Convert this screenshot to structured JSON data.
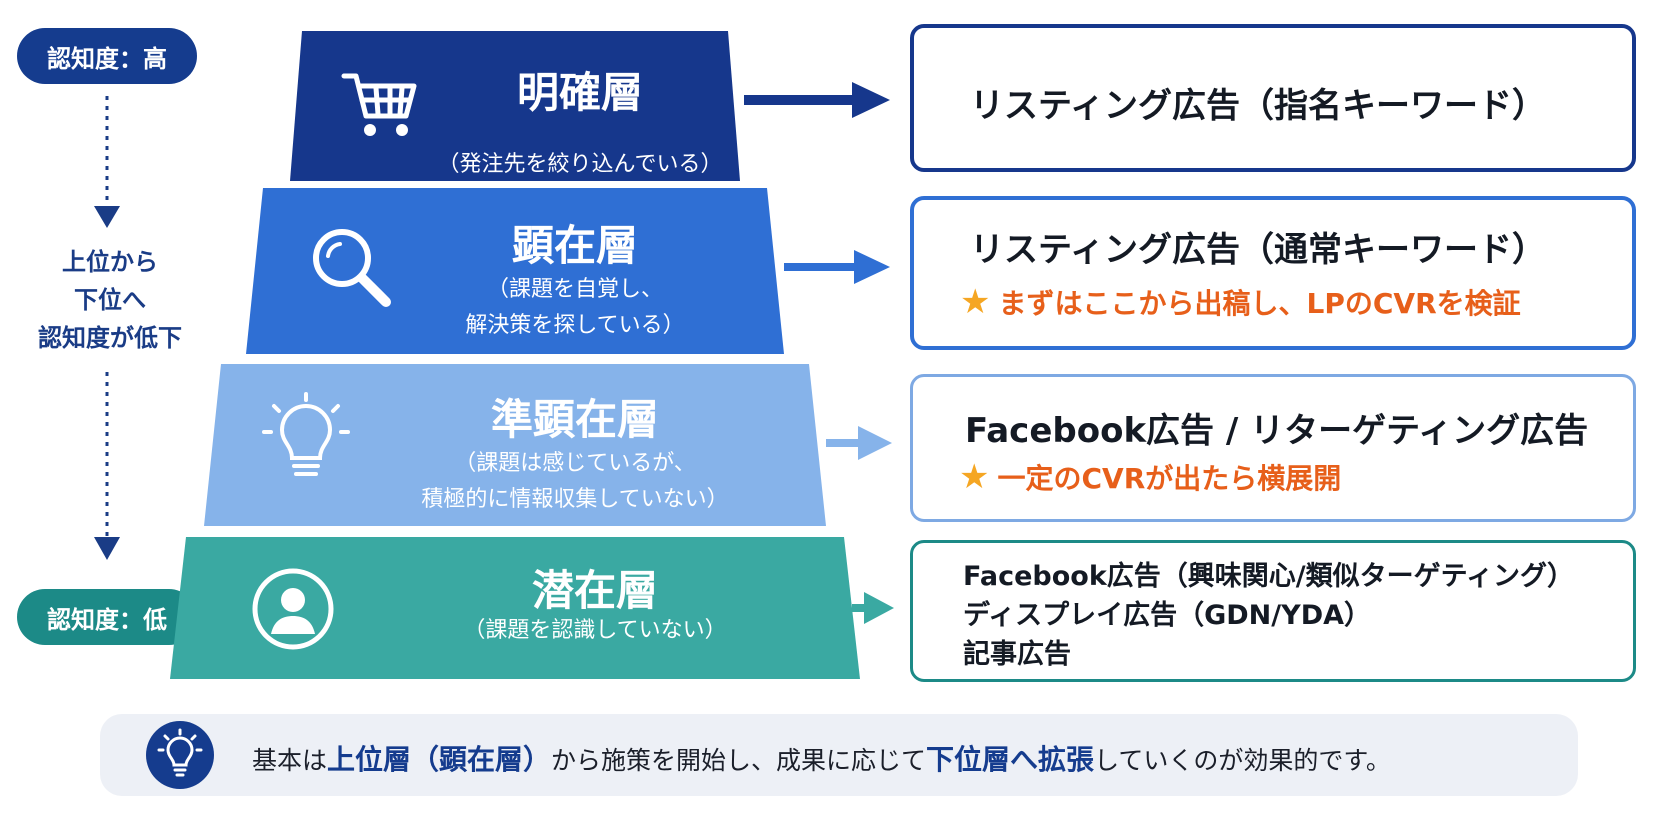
{
  "left_axis": {
    "top_badge": "認知度：高",
    "note": "上位から\n下位へ\n認知度が低下",
    "bottom_badge": "認知度：低"
  },
  "tiers": [
    {
      "name": "明確層",
      "desc": "（発注先を絞り込んでいる）",
      "icon": "cart-icon",
      "color": "#16378c"
    },
    {
      "name": "顕在層",
      "desc": "（課題を自覚し、\n解決策を探している）",
      "icon": "search-icon",
      "color": "#2f6fd4"
    },
    {
      "name": "準顕在層",
      "desc": "（課題は感じているが、\n積極的に情報収集していない）",
      "icon": "lightbulb-icon",
      "color": "#86b3ea"
    },
    {
      "name": "潜在層",
      "desc": "（課題を認識していない）",
      "icon": "user-icon",
      "color": "#3aa9a2"
    }
  ],
  "channels": [
    {
      "main": "リスティング広告（指名キーワード）"
    },
    {
      "main": "リスティング広告（通常キーワード）",
      "note": "まずはここから出稿し、LPのCVRを検証"
    },
    {
      "main": "Facebook広告 / リターゲティング広告",
      "note": "一定のCVRが出たら横展開"
    },
    {
      "lines": [
        "Facebook広告（興味関心/類似ターゲティング）",
        "ディスプレイ広告（GDN/YDA）",
        "記事広告"
      ]
    }
  ],
  "summary": {
    "part1": "基本は",
    "hl1": "上位層（顕在層）",
    "part2": "から施策を開始し、成果に応じて",
    "hl2": "下位層へ拡張",
    "part3": "していくのが効果的です。"
  },
  "colors": {
    "navy": "#153c8e",
    "teal": "#1c8a87",
    "orange_note": "#e75f1a",
    "star": "#f5a623"
  }
}
